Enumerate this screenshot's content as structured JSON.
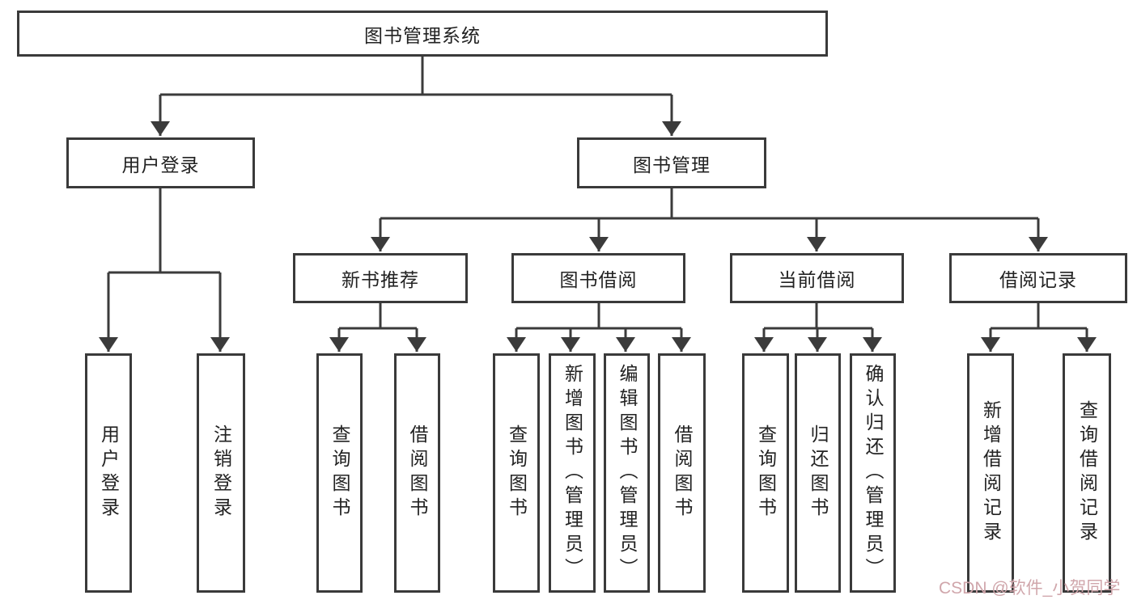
{
  "diagram": {
    "type": "hierarchy-diagram",
    "line_color": "#3b3b3b",
    "nodes": {
      "root": {
        "label": "图书管理系统"
      },
      "user_login": {
        "label": "用户登录"
      },
      "book_mgmt": {
        "label": "图书管理"
      },
      "new_book_rec": {
        "label": "新书推荐"
      },
      "book_borrow": {
        "label": "图书借阅"
      },
      "current_borrow": {
        "label": "当前借阅"
      },
      "borrow_record": {
        "label": "借阅记录"
      },
      "leaf_user_login": {
        "label": "用户登录"
      },
      "leaf_logout": {
        "label": "注销登录"
      },
      "leaf_query_book_1": {
        "label": "查询图书"
      },
      "leaf_borrow_book_1": {
        "label": "借阅图书"
      },
      "leaf_query_book_2": {
        "label": "查询图书"
      },
      "leaf_add_book": {
        "label": "新增图书（管理员）"
      },
      "leaf_edit_book": {
        "label": "编辑图书（管理员）"
      },
      "leaf_borrow_book_2": {
        "label": "借阅图书"
      },
      "leaf_query_book_3": {
        "label": "查询图书"
      },
      "leaf_return_book": {
        "label": "归还图书"
      },
      "leaf_confirm_return": {
        "label": "确认归还（管理员）"
      },
      "leaf_add_record": {
        "label": "新增借阅记录"
      },
      "leaf_query_record": {
        "label": "查询借阅记录"
      }
    },
    "hierarchy": [
      {
        "parent": "图书管理系统",
        "children": [
          "用户登录",
          "图书管理"
        ]
      },
      {
        "parent": "用户登录",
        "children": [
          "用户登录",
          "注销登录"
        ]
      },
      {
        "parent": "图书管理",
        "children": [
          "新书推荐",
          "图书借阅",
          "当前借阅",
          "借阅记录"
        ]
      },
      {
        "parent": "新书推荐",
        "children": [
          "查询图书",
          "借阅图书"
        ]
      },
      {
        "parent": "图书借阅",
        "children": [
          "查询图书",
          "新增图书（管理员）",
          "编辑图书（管理员）",
          "借阅图书"
        ]
      },
      {
        "parent": "当前借阅",
        "children": [
          "查询图书",
          "归还图书",
          "确认归还（管理员）"
        ]
      },
      {
        "parent": "借阅记录",
        "children": [
          "新增借阅记录",
          "查询借阅记录"
        ]
      }
    ]
  },
  "watermark": {
    "text": "CSDN @软件_小贺同学",
    "color": "#d0a6ab"
  }
}
